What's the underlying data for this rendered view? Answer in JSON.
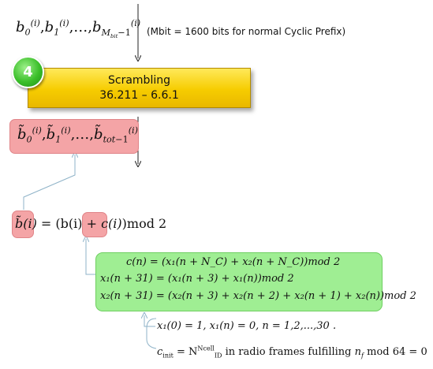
{
  "input_bits": {
    "b0": "b",
    "b1": "b",
    "ellipsis": ",…,",
    "blast": "b",
    "sup": "(i)",
    "sub0": "0",
    "sub1": "1",
    "sub_last_M": "M",
    "sub_last_bit": "bit",
    "sub_last_rest": "−1",
    "sep": ","
  },
  "mbit_note": "(Mbit = 1600 bits for normal Cyclic Prefix)",
  "step_badge": "4",
  "scrambling": {
    "title": "Scrambling",
    "reference": "36.211 – 6.6.1"
  },
  "scrambled_bits": {
    "sym": "b̃",
    "sup": "(i)",
    "sub0": "0",
    "sub1": "1",
    "sub_last": "tot",
    "sub_last_rest": "−1",
    "ellipsis": ",…,",
    "sep": ","
  },
  "scramble_equation": {
    "lhs": "b̃(i)",
    "eq": " = (b(i) + ",
    "ci": "c(i)",
    "tail": ")mod 2"
  },
  "sequence_equations": {
    "c_n": "c(n) = (x₁(n + N_C) + x₂(n + N_C))mod 2",
    "x1": "x₁(n + 31) = (x₁(n + 3) + x₁(n))mod 2",
    "x2": "x₂(n + 31) = (x₂(n + 3) + x₂(n + 2) + x₂(n + 1) + x₂(n))mod 2"
  },
  "init": {
    "x1_init": "x₁(0) = 1, x₁(n) = 0, n = 1,2,...,30 .",
    "cinit_lhs": "c",
    "cinit_sub": "init",
    "cinit_eq": " = N",
    "cinit_sup": "Ncell",
    "cinit_sub2": "ID",
    "cinit_text": " in radio frames fulfilling ",
    "cinit_cond": "n",
    "cinit_cond_sub": "f",
    "cinit_cond_rest": " mod 64 = 0"
  },
  "colors": {
    "scrambling_box": "#f6cc00",
    "badge": "#3bbf2a",
    "pink_highlight": "#f4a4a6",
    "green_box": "#9fee93",
    "connector": "#8fb3c8"
  }
}
